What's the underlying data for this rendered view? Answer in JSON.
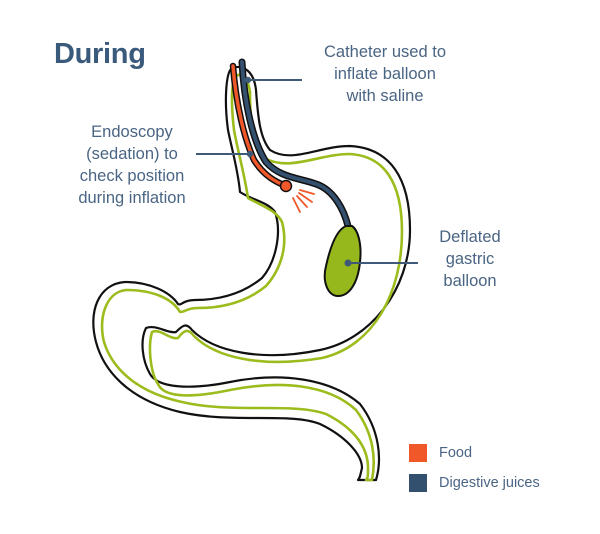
{
  "title": "During",
  "labels": {
    "catheter": [
      "Catheter used to",
      "inflate balloon",
      "with saline"
    ],
    "endoscopy": [
      "Endoscopy",
      "(sedation) to",
      "check position",
      "during inflation"
    ],
    "balloon": [
      "Deflated",
      "gastric",
      "balloon"
    ]
  },
  "legend": [
    {
      "label": "Food",
      "color": "#f0582a"
    },
    {
      "label": "Digestive juices",
      "color": "#34506f"
    }
  ],
  "colors": {
    "outline": "#111111",
    "lining": "#9cbc1e",
    "balloon": "#97b81c",
    "catheter": "#34506f",
    "endoscope": "#f0582a",
    "leader": "#3e5a78"
  }
}
